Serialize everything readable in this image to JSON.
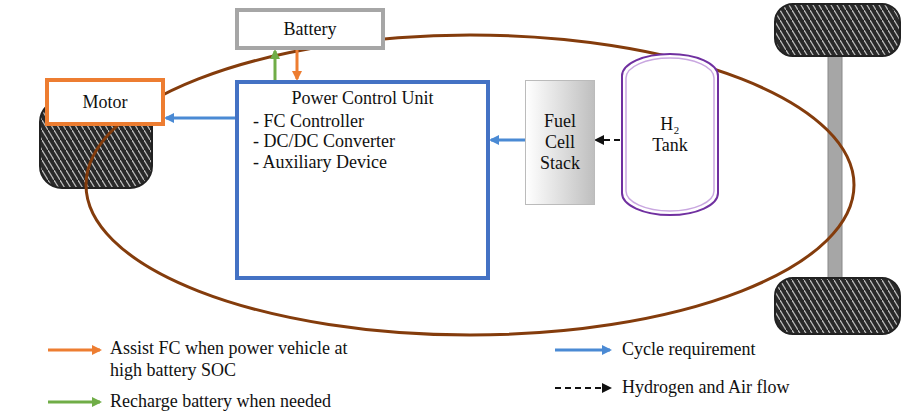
{
  "diagram": {
    "nodes": [
      {
        "text": [
          "Battery"
        ]
      },
      {
        "text": [
          "Motor"
        ]
      },
      {
        "text": [
          "Power Control Unit",
          "- FC Controller",
          "- DC/DC Converter",
          "- Auxiliary Device"
        ]
      },
      {
        "text": [
          "Fuel Cell Stack"
        ]
      },
      {
        "text": [
          "H₂ Tank"
        ]
      }
    ],
    "edges": [
      {
        "from": 2,
        "to": 1,
        "arrow": "to"
      },
      {
        "from": 2,
        "to": 0,
        "arrow": "to"
      },
      {
        "from": 0,
        "to": 2,
        "arrow": "to"
      },
      {
        "from": 3,
        "to": 2,
        "arrow": "to"
      },
      {
        "from": 4,
        "to": 3,
        "arrow": "to"
      }
    ],
    "legend": [
      {
        "text": "Assist FC when power vehicle at high battery SOC"
      },
      {
        "text": "Recharge battery when needed"
      },
      {
        "text": "Cycle requirement"
      },
      {
        "text": "Hydrogen and Air flow"
      }
    ]
  }
}
